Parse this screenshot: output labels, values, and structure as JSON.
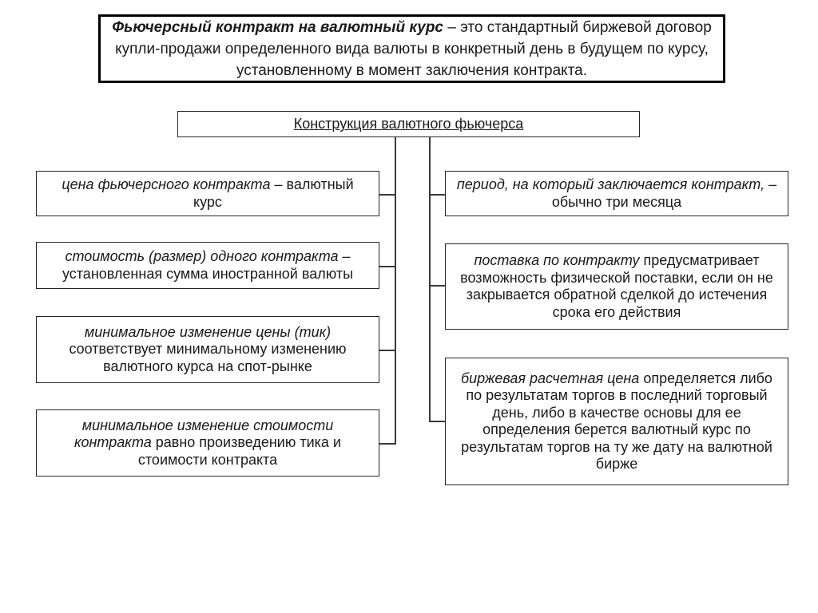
{
  "definition": {
    "lead": "Фьючерсный контракт на валютный курс",
    "rest": " – это стандартный биржевой договор купли-продажи определенного вида валюты в конкретный день в будущем по курсу, установленному в момент заключения контракта."
  },
  "root": {
    "label": "Конструкция валютного фьючерса"
  },
  "left_nodes": [
    {
      "lead": "цена фьючерсного контракта",
      "rest": " – валютный курс"
    },
    {
      "lead": "стоимость (размер) одного контракта",
      "rest": " – установленная сумма иностранной валюты"
    },
    {
      "lead": "минимальное изменение цены (тик)",
      "rest": " соответствует минимальному изменению валютного курса на спот-рынке"
    },
    {
      "lead": "минимальное изменение стоимости контракта",
      "rest": " равно произведению тика и стоимости контракта"
    }
  ],
  "right_nodes": [
    {
      "lead": "период, на который заключается контракт, –",
      "rest": " обычно три месяца"
    },
    {
      "lead": "поставка по контракту",
      "rest": " предусматривает возможность физической поставки, если он не закрывается обратной сделкой до истечения срока его действия"
    },
    {
      "lead": "биржевая расчетная цена",
      "rest": " определяется либо по результатам торгов в последний торговый день, либо в качестве основы для ее определения берется валютный курс по результатам торгов на ту же дату на валютной бирже"
    }
  ],
  "colors": {
    "background": "#ffffff",
    "border": "#262626",
    "definition_border": "#000000",
    "connector": "#3a3a3a",
    "text": "#1a1a1a"
  }
}
